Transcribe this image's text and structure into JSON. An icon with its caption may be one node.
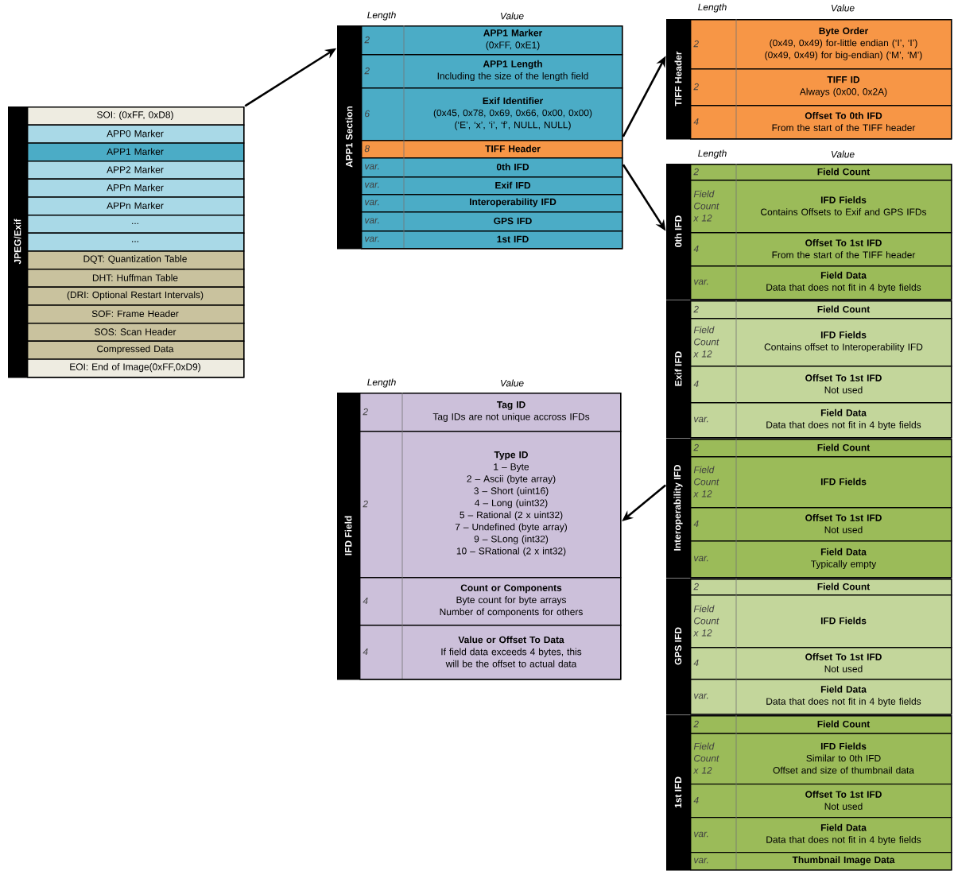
{
  "diagram": {
    "nodes": [
      {
        "text": [
          "JPEG/Exif"
        ]
      },
      {
        "text": [
          "SOI: (0xFF, 0xD8)"
        ],
        "in": 0
      },
      {
        "text": [
          "APP0 Marker"
        ],
        "in": 0
      },
      {
        "text": [
          "APP1 Marker"
        ],
        "in": 0
      },
      {
        "text": [
          "APP2 Marker"
        ],
        "in": 0
      },
      {
        "text": [
          "APPn Marker"
        ],
        "in": 0
      },
      {
        "text": [
          "APPn Marker"
        ],
        "in": 0
      },
      {
        "text": [
          "..."
        ],
        "in": 0
      },
      {
        "text": [
          "..."
        ],
        "in": 0
      },
      {
        "text": [
          "DQT: Quantization Table"
        ],
        "in": 0
      },
      {
        "text": [
          "DHT: Huffman Table"
        ],
        "in": 0
      },
      {
        "text": [
          "(DRI: Optional Restart Intervals)"
        ],
        "in": 0
      },
      {
        "text": [
          "SOF: Frame Header"
        ],
        "in": 0
      },
      {
        "text": [
          "SOS: Scan Header"
        ],
        "in": 0
      },
      {
        "text": [
          "Compressed Data"
        ],
        "in": 0
      },
      {
        "text": [
          "EOI: End of Image(0xFF,0xD9)"
        ],
        "in": 0
      },
      {
        "text": [
          "APP1 Section"
        ]
      },
      {
        "text": [
          "2",
          "APP1 Marker",
          "(0xFF, 0xE1)"
        ],
        "in": 16
      },
      {
        "text": [
          "2",
          "APP1 Length",
          "Including the size of the length field"
        ],
        "in": 16
      },
      {
        "text": [
          "6",
          "Exif Identifier",
          "(0x45, 0x78, 0x69, 0x66, 0x00, 0x00)",
          "(‘E’, ‘x’, ‘i’, ‘f’, NULL, NULL)"
        ],
        "in": 16
      },
      {
        "text": [
          "8",
          "TIFF Header"
        ],
        "in": 16
      },
      {
        "text": [
          "var.",
          "0th IFD"
        ],
        "in": 16
      },
      {
        "text": [
          "var.",
          "Exif IFD"
        ],
        "in": 16
      },
      {
        "text": [
          "var.",
          "Interoperability IFD"
        ],
        "in": 16
      },
      {
        "text": [
          "var.",
          "GPS IFD"
        ],
        "in": 16
      },
      {
        "text": [
          "var.",
          "1st IFD"
        ],
        "in": 16
      },
      {
        "text": [
          "TIFF Header"
        ]
      },
      {
        "text": [
          "2",
          "Byte Order",
          "(0x49, 0x49) for-little endian (‘I’, ‘I’)",
          "(0x49, 0x49) for big-endian) (‘M’, ‘M’)"
        ],
        "in": 26
      },
      {
        "text": [
          "2",
          "TIFF ID",
          "Always (0x00, 0x2A)"
        ],
        "in": 26
      },
      {
        "text": [
          "4",
          "Offset To 0th IFD",
          "From the start of the TIFF header"
        ],
        "in": 26
      },
      {
        "text": [
          "0th IFD"
        ]
      },
      {
        "text": [
          "2",
          "Field Count"
        ],
        "in": 30
      },
      {
        "text": [
          "Field Count x 12",
          "IFD Fields",
          "Contains Offsets to Exif and GPS IFDs"
        ],
        "in": 30
      },
      {
        "text": [
          "4",
          "Offset To 1st IFD",
          "From the start of the TIFF header"
        ],
        "in": 30
      },
      {
        "text": [
          "var.",
          "Field Data",
          "Data that does not fit in 4 byte fields"
        ],
        "in": 30
      },
      {
        "text": [
          "Exif IFD"
        ]
      },
      {
        "text": [
          "2",
          "Field Count"
        ],
        "in": 35
      },
      {
        "text": [
          "Field Count x 12",
          "IFD Fields",
          "Contains offset to Interoperability IFD"
        ],
        "in": 35
      },
      {
        "text": [
          "4",
          "Offset To 1st IFD",
          "Not used"
        ],
        "in": 35
      },
      {
        "text": [
          "var.",
          "Field Data",
          "Data that does not fit in 4 byte fields"
        ],
        "in": 35
      },
      {
        "text": [
          "Interoperability IFD"
        ]
      },
      {
        "text": [
          "2",
          "Field Count"
        ],
        "in": 40
      },
      {
        "text": [
          "Field Count x 12",
          "IFD Fields"
        ],
        "in": 40
      },
      {
        "text": [
          "4",
          "Offset To 1st IFD",
          "Not used"
        ],
        "in": 40
      },
      {
        "text": [
          "var.",
          "Field Data",
          "Typically empty"
        ],
        "in": 40
      },
      {
        "text": [
          "GPS IFD"
        ]
      },
      {
        "text": [
          "2",
          "Field Count"
        ],
        "in": 45
      },
      {
        "text": [
          "Field Count x 12",
          "IFD Fields"
        ],
        "in": 45
      },
      {
        "text": [
          "4",
          "Offset To 1st IFD",
          "Not used"
        ],
        "in": 45
      },
      {
        "text": [
          "var.",
          "Field Data",
          "Data that does not fit in 4 byte fields"
        ],
        "in": 45
      },
      {
        "text": [
          "1st IFD"
        ]
      },
      {
        "text": [
          "2",
          "Field Count"
        ],
        "in": 50
      },
      {
        "text": [
          "Field Count x 12",
          "IFD Fields",
          "Similar to 0th IFD",
          "Offset and size of thumbnail data"
        ],
        "in": 50
      },
      {
        "text": [
          "4",
          "Offset To 1st IFD",
          "Not used"
        ],
        "in": 50
      },
      {
        "text": [
          "var.",
          "Field Data",
          "Data that does not fit in 4 byte fields"
        ],
        "in": 50
      },
      {
        "text": [
          "var.",
          "Thumbnail Image Data"
        ],
        "in": 50
      },
      {
        "text": [
          "IFD Field"
        ]
      },
      {
        "text": [
          "2",
          "Tag ID",
          "Tag IDs are not unique accross IFDs"
        ],
        "in": 56
      },
      {
        "text": [
          "2",
          "Type ID",
          "1 – Byte",
          "2 – Ascii (byte array)",
          "3 – Short (uint16)",
          "4 – Long (uint32)",
          "5 – Rational (2 x uint32)",
          "7 – Undefined (byte array)",
          "9 – SLong (int32)",
          "10 – SRational (2 x int32)"
        ],
        "in": 56
      },
      {
        "text": [
          "4",
          "Count or Components",
          "Byte count for byte arrays",
          "Number of components for others"
        ],
        "in": 56
      },
      {
        "text": [
          "4",
          "Value or Offset To Data",
          "If field data exceeds 4 bytes, this will be the offset to actual data"
        ],
        "in": 56
      }
    ],
    "edges": [
      {
        "from": 0,
        "to": 16,
        "arrow": "to"
      },
      {
        "from": 16,
        "to": 26,
        "arrow": "to"
      },
      {
        "from": 16,
        "to": 30,
        "arrow": "to"
      },
      {
        "from": 40,
        "to": 56,
        "arrow": "to"
      }
    ],
    "labels": [
      "Length",
      "Value",
      "Length",
      "Value",
      "Length",
      "Value",
      "Length",
      "Value"
    ]
  }
}
